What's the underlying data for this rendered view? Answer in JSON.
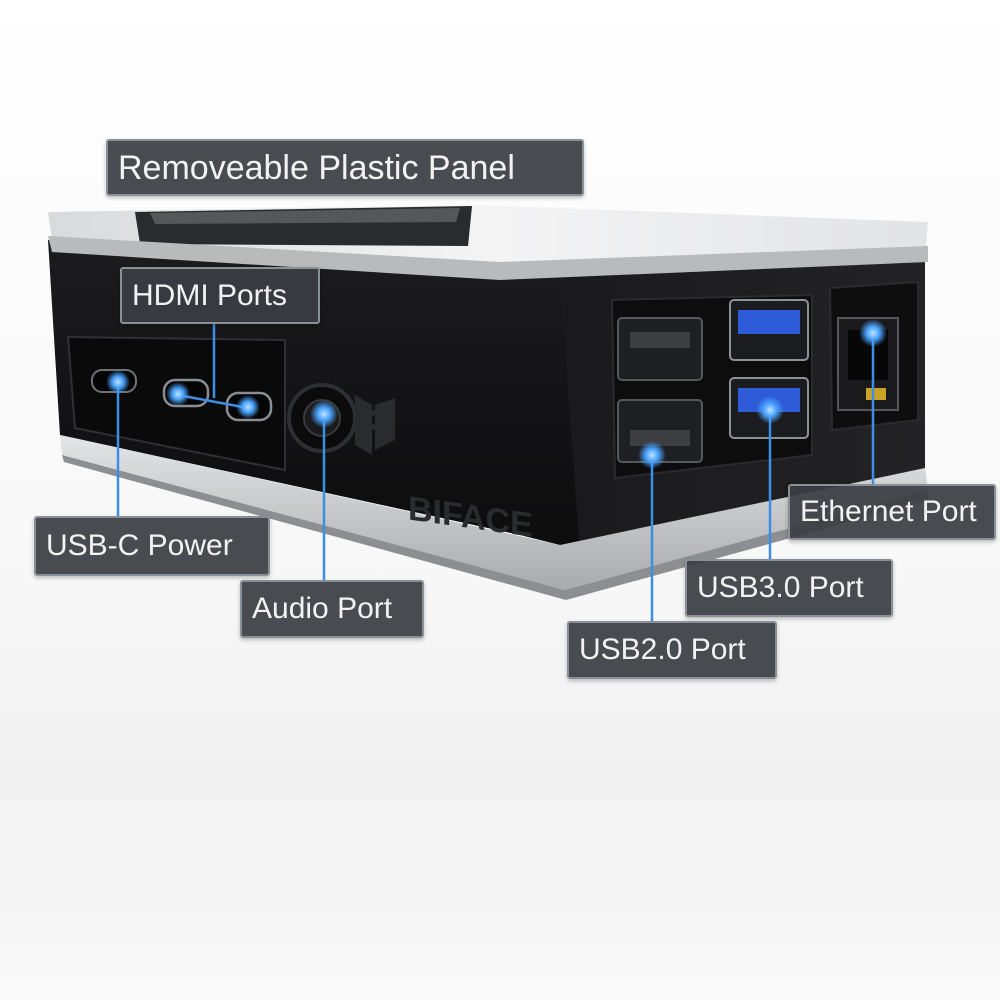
{
  "brand_logo_text": "BIFACE",
  "callouts": {
    "panel": "Removeable Plastic Panel",
    "hdmi": "HDMI Ports",
    "usbc": "USB-C Power",
    "audio": "Audio Port",
    "ethernet": "Ethernet Port",
    "usb3": "USB3.0 Port",
    "usb2": "USB2.0 Port"
  },
  "colors": {
    "case_body": "#141416",
    "case_silver": "#c8c9cb",
    "callout_bg": "#3a3e44",
    "callout_border": "#8a9098",
    "leader_line": "#3d8ee6",
    "usb3_blue": "#2e5bd8",
    "port_glow": "#4aa3ff"
  }
}
